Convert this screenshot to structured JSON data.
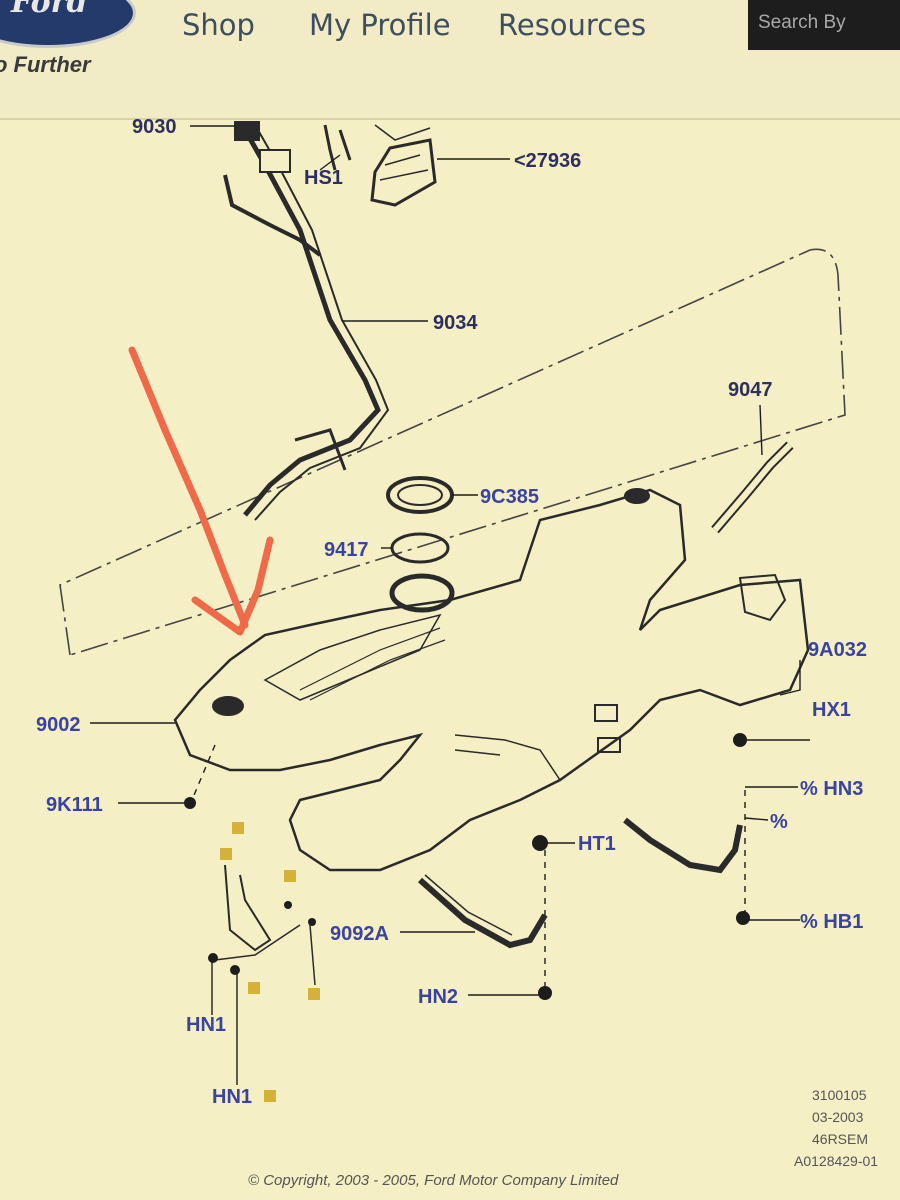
{
  "header": {
    "logo_text": "Ford",
    "tagline": "o Further",
    "nav": [
      "Shop",
      "My Profile",
      "Resources"
    ],
    "search_text": "Search By"
  },
  "diagram": {
    "labels": {
      "l9030": "9030",
      "hs1": "HS1",
      "l27936": "<27936",
      "l9034": "9034",
      "l9047": "9047",
      "l9c385": "9C385",
      "l9417": "9417",
      "l9002": "9002",
      "l9a032": "9A032",
      "hx1": "HX1",
      "l9k111": "9K111",
      "hn3": "% HN3",
      "pct": "%",
      "ht1": "HT1",
      "hb1": "% HB1",
      "l9092a": "9092A",
      "hn2": "HN2",
      "hn1a": "HN1",
      "hn1b": "HN1"
    },
    "reference": [
      "3100105",
      "03-2003",
      "46RSEM",
      "A0128429-01"
    ]
  },
  "footer": {
    "copyright": "© Copyright, 2003 - 2005, Ford Motor Company Limited"
  },
  "colors": {
    "background": "#f4efc4",
    "label_blue": "#3b43a0",
    "annotation_arrow": "#f06a4a",
    "search_bg": "#1d1d1d"
  }
}
